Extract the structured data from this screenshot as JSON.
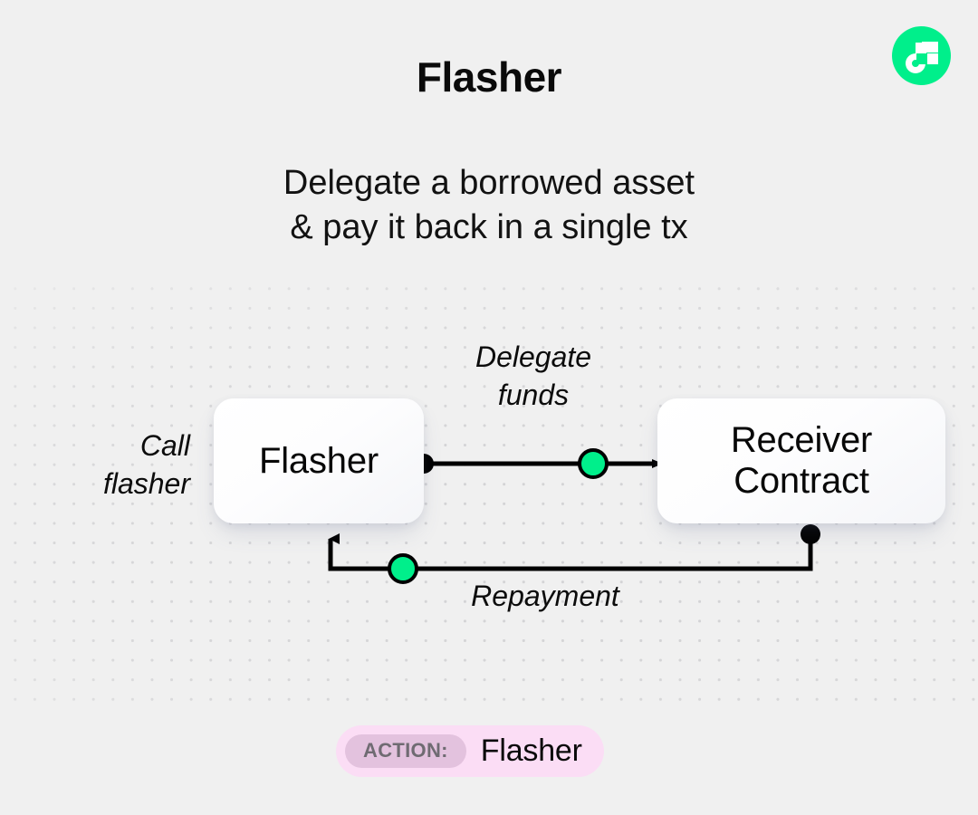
{
  "brand": {
    "logo_name": "flow-logo-icon",
    "logo_color": "#00ef8b",
    "mark_color": "#ffffff"
  },
  "header": {
    "title": "Flasher",
    "subtitle": "Delegate a borrowed asset\n& pay it back in a single tx"
  },
  "diagram": {
    "type": "flow-diagram",
    "background": "#f0f0f0",
    "dot_grid_color": "#d2d2d4",
    "accent_color": "#00ef8b",
    "stroke_color": "#000000",
    "nodes": [
      {
        "id": "flasher",
        "label": "Flasher"
      },
      {
        "id": "receiver",
        "label": "Receiver\nContract"
      }
    ],
    "edges": [
      {
        "id": "call-flasher",
        "label": "Call\nflasher",
        "from": "",
        "to": "flasher",
        "has_token_dot": false
      },
      {
        "id": "delegate-funds",
        "label": "Delegate\nfunds",
        "from": "flasher",
        "to": "receiver",
        "has_token_dot": true
      },
      {
        "id": "repayment",
        "label": "Repayment",
        "from": "receiver",
        "to": "flasher",
        "has_token_dot": true
      }
    ]
  },
  "footer": {
    "badge": {
      "tag": "ACTION:",
      "value": "Flasher",
      "pill_color": "#fbddf5",
      "tag_color": "#e3c2de"
    }
  }
}
